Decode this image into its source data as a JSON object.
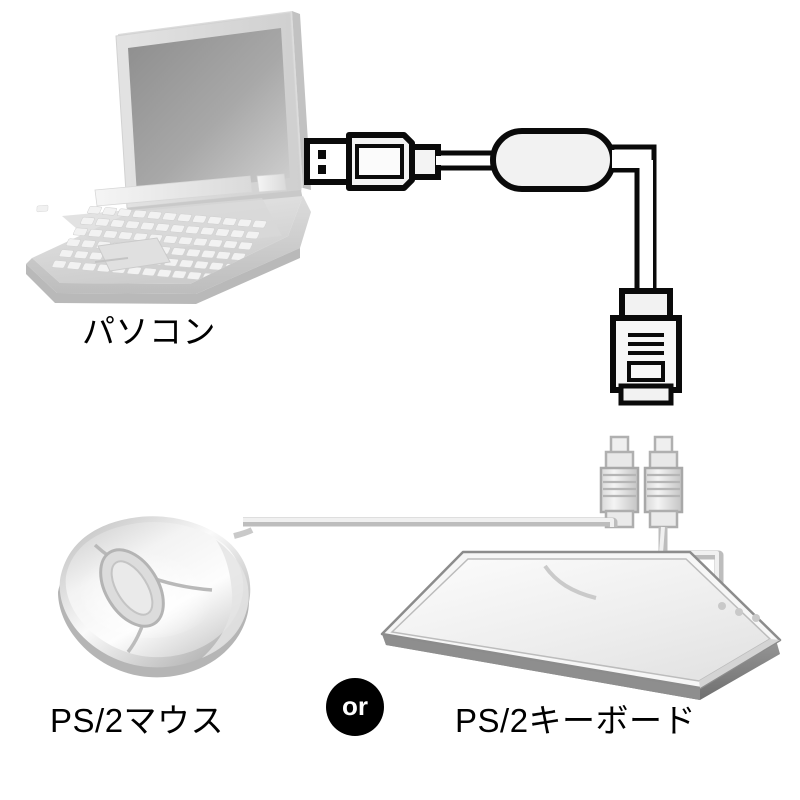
{
  "diagram": {
    "type": "connection-diagram",
    "title": "USB to PS/2 converter cable connection diagram",
    "background_color": "#ffffff",
    "labels": {
      "pc": "パソコン",
      "mouse": "PS/2マウス",
      "keyboard": "PS/2キーボード",
      "or": "or"
    },
    "colors": {
      "label_text": "#000000",
      "or_badge_bg": "#000000",
      "or_badge_text": "#ffffff",
      "cable_outline": "#000000",
      "cable_fill": "#f2f2f2",
      "device_outline": "#8c8c8c",
      "device_light": "#f4f4f4",
      "device_mid": "#d9d9d9",
      "device_dark": "#b4b4b4",
      "screen_dark": "#8f8f8f",
      "screen_light": "#cfcfcf",
      "ps2_cable": "#c9c9c9"
    },
    "nodes": [
      {
        "id": "laptop",
        "name": "パソコン",
        "icon": "laptop-icon"
      },
      {
        "id": "usb-plug",
        "name": "USB Aプラグ",
        "icon": "usb-connector-icon"
      },
      {
        "id": "ferrite",
        "name": "変換アダプタ",
        "icon": "inline-adapter-icon"
      },
      {
        "id": "minidin-plug",
        "name": "変換ケーブル コネクタ",
        "icon": "mini-din-connector-icon"
      },
      {
        "id": "ps2-plug-mouse",
        "name": "PS/2プラグ (マウス)",
        "icon": "ps2-plug-icon"
      },
      {
        "id": "ps2-plug-keyboard",
        "name": "PS/2プラグ (キーボード)",
        "icon": "ps2-plug-icon"
      },
      {
        "id": "mouse",
        "name": "PS/2マウス",
        "icon": "mouse-icon"
      },
      {
        "id": "keyboard",
        "name": "PS/2キーボード",
        "icon": "keyboard-icon"
      }
    ],
    "connections": [
      {
        "from": "laptop",
        "to": "usb-plug",
        "style": "black-outline"
      },
      {
        "from": "usb-plug",
        "to": "ferrite",
        "style": "black-outline"
      },
      {
        "from": "ferrite",
        "to": "minidin-plug",
        "style": "black-outline"
      },
      {
        "from": "mouse",
        "to": "ps2-plug-mouse",
        "style": "gray"
      },
      {
        "from": "keyboard",
        "to": "ps2-plug-keyboard",
        "style": "gray"
      }
    ]
  }
}
